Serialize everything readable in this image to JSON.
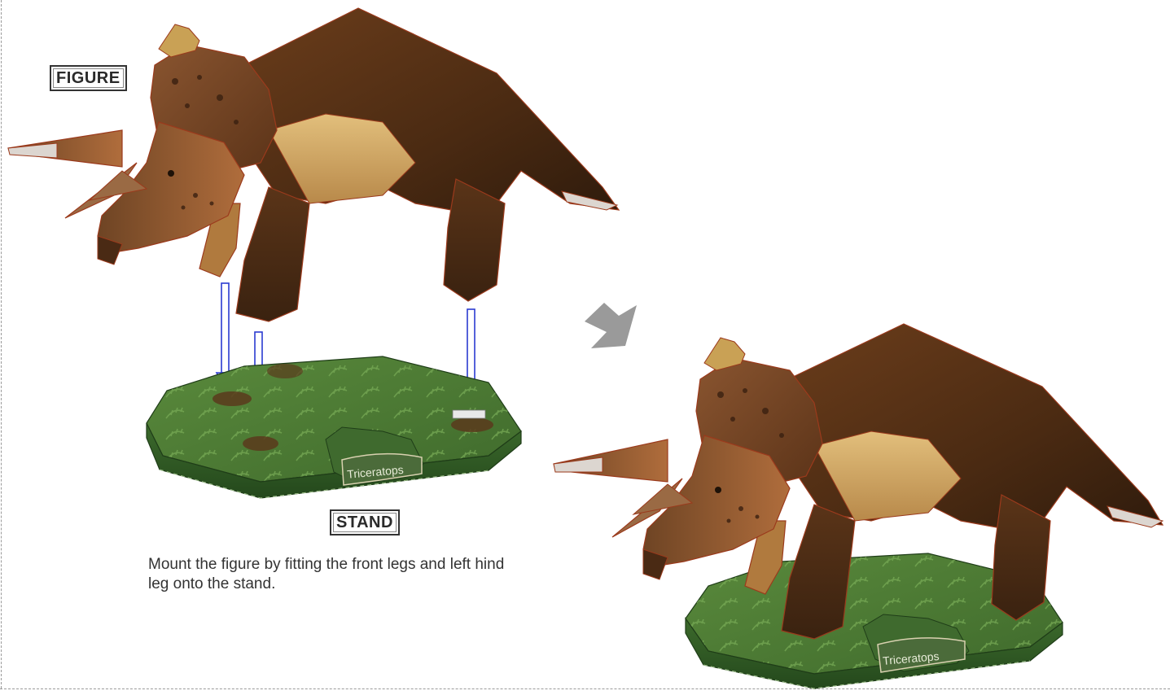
{
  "labels": {
    "figure": "FIGURE",
    "stand": "STAND"
  },
  "instruction": "Mount the figure by fitting the front legs and left hind leg onto the stand.",
  "stand_plate_text": "Triceratops",
  "colors": {
    "body_dark": "#4e2c14",
    "body_mid": "#7a4a24",
    "body_light": "#a56a33",
    "belly": "#d8b06a",
    "crest": "#c9a155",
    "horn": "#d9d4cf",
    "outline": "#9b3a1c",
    "grass_top": "#4c7a35",
    "grass_side": "#2f5a26",
    "arrow": "#2b3bd0",
    "process_arrow": "#9a9a9a"
  }
}
